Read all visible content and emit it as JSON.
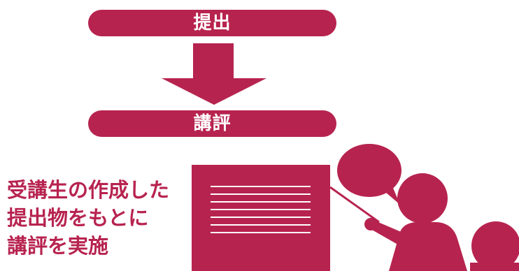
{
  "flow": {
    "step_top": "提出",
    "step_bottom": "講評",
    "arrow_icon": "down-arrow-icon"
  },
  "caption": {
    "lines": [
      "受講生の作成した",
      "提出物をもとに",
      "講評を実施"
    ]
  },
  "colors": {
    "accent": "#b7234f",
    "text_on_accent": "#ffffff"
  },
  "illustration": {
    "board_icon": "document-board-icon",
    "presenter_icon": "presenter-with-pointer-icon",
    "listener_icon": "listener-icon",
    "speech_bubble_icon": "speech-bubble-icon"
  }
}
